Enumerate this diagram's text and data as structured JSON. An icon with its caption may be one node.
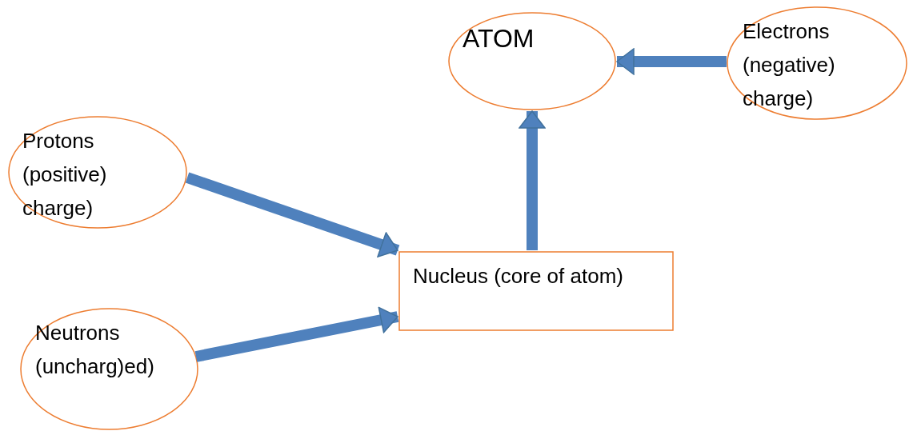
{
  "diagram": {
    "nodes": [
      {
        "text": [
          "ATOM"
        ]
      },
      {
        "text": [
          "Electrons (negative) charge)"
        ]
      },
      {
        "text": [
          "Protons (positive) charge)"
        ]
      },
      {
        "text": [
          "Nucleus (core of atom)"
        ]
      },
      {
        "text": [
          "Neutrons (uncharg)ed)"
        ]
      }
    ],
    "edges": [
      {
        "from": 2,
        "to": 3,
        "arrow": "to"
      },
      {
        "from": 4,
        "to": 3,
        "arrow": "to"
      },
      {
        "from": 3,
        "to": 0,
        "arrow": "to"
      },
      {
        "from": 1,
        "to": 0,
        "arrow": "to"
      }
    ]
  }
}
